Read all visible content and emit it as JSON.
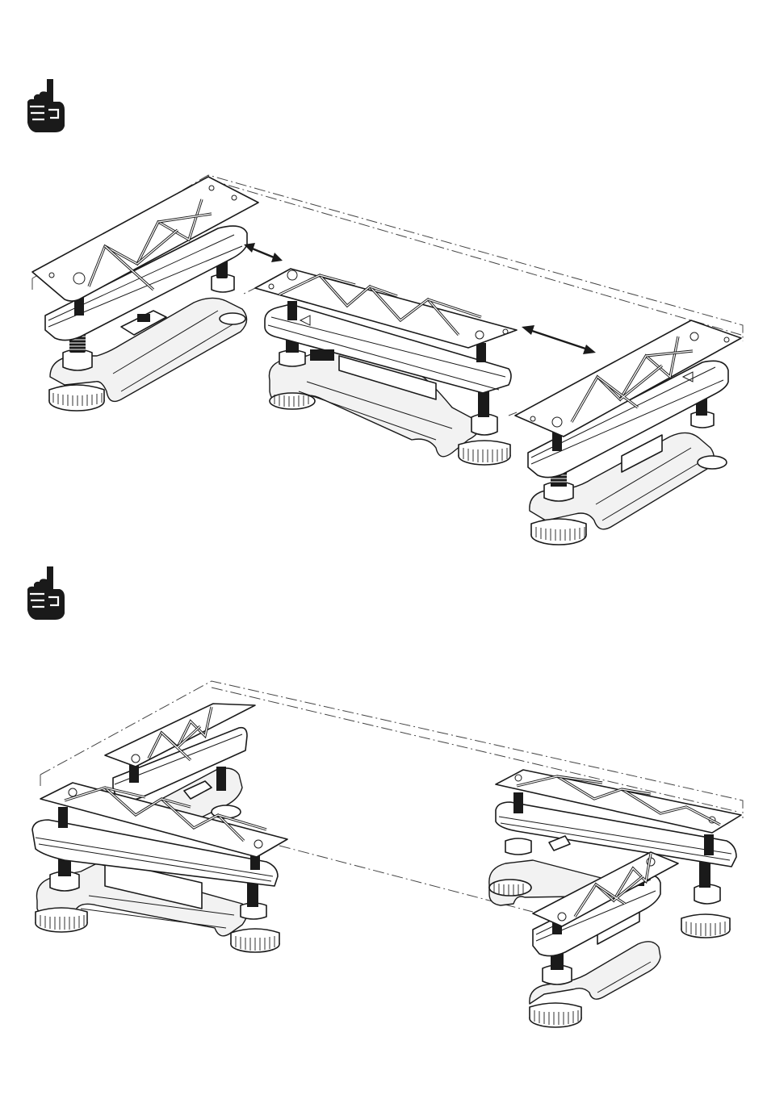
{
  "icons": {
    "note_1": "pointing-hand-note-icon",
    "note_2": "pointing-hand-note-icon"
  },
  "figures": [
    {
      "id": "leg-spacing-top",
      "modules": 3,
      "arrows": 2
    },
    {
      "id": "leg-spacing-bottom",
      "modules": 4,
      "arrows": 0
    }
  ],
  "colors": {
    "ink": "#1a1a1a",
    "paper": "#ffffff"
  }
}
